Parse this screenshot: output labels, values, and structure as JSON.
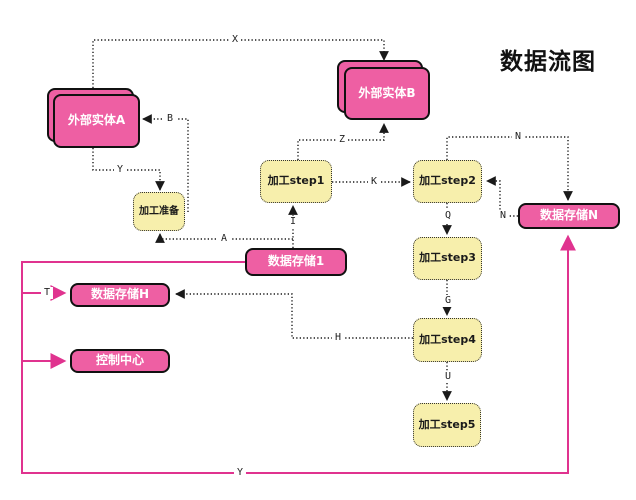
{
  "title": "数据流图",
  "colors": {
    "entity_fill": "#ee5fa3",
    "process_fill": "#f7efac",
    "flow_line": "#1a1a1a",
    "control_line": "#e0338f",
    "node_border": "#111111",
    "text_on_pink": "#ffffff"
  },
  "nodes": {
    "ext_a": {
      "label": "外部实体A",
      "type": "external-entity"
    },
    "ext_b": {
      "label": "外部实体B",
      "type": "external-entity"
    },
    "prep": {
      "label": "加工准备",
      "type": "process"
    },
    "step1": {
      "label": "加工step1",
      "type": "process"
    },
    "step2": {
      "label": "加工step2",
      "type": "process"
    },
    "step3": {
      "label": "加工step3",
      "type": "process"
    },
    "step4": {
      "label": "加工step4",
      "type": "process"
    },
    "step5": {
      "label": "加工step5",
      "type": "process"
    },
    "store1": {
      "label": "数据存储1",
      "type": "data-store"
    },
    "store_h": {
      "label": "数据存储H",
      "type": "data-store"
    },
    "store_n": {
      "label": "数据存储N",
      "type": "data-store"
    },
    "control": {
      "label": "控制中心",
      "type": "data-store"
    }
  },
  "edge_labels": {
    "x": "X",
    "b": "B",
    "y_top": "Y",
    "z": "Z",
    "k": "K",
    "i": "I",
    "a": "A",
    "q": "Q",
    "g": "G",
    "u": "U",
    "h": "H",
    "n_top": "N",
    "n_side": "N",
    "t": "T",
    "y_bottom": "Y"
  }
}
